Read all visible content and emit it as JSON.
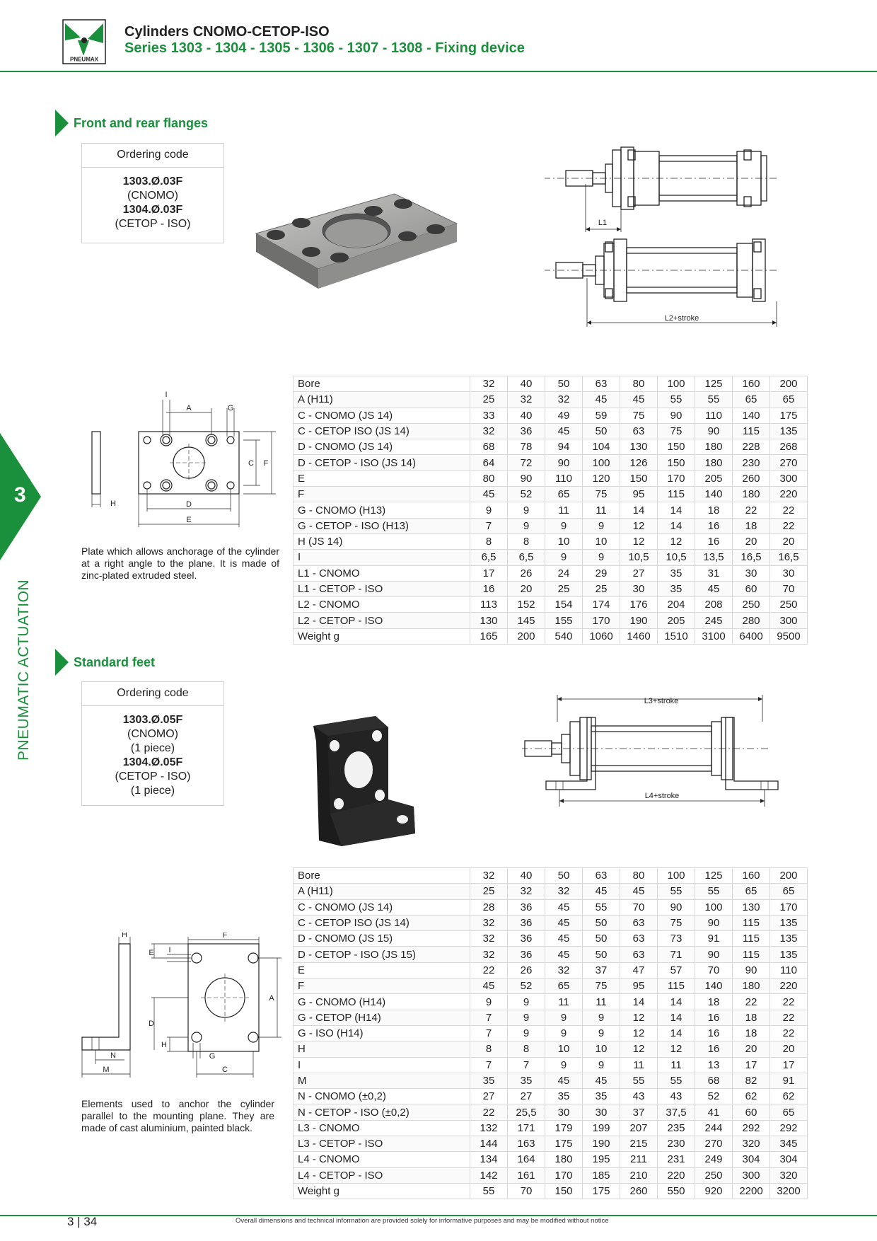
{
  "header": {
    "logo_text": "PNEUMAX",
    "title": "Cylinders CNOMO-CETOP-ISO",
    "subtitle": "Series 1303 - 1304 - 1305 - 1306 - 1307 - 1308 - Fixing device"
  },
  "sidebar": {
    "number": "3",
    "label": "PNEUMATIC ACTUATION"
  },
  "colors": {
    "accent": "#1a8f3c"
  },
  "section1": {
    "title": "Front and rear flanges",
    "ordering_header": "Ordering code",
    "ordering_lines": [
      "1303.Ø.03F",
      "(CNOMO)",
      "1304.Ø.03F",
      "(CETOP - ISO)"
    ],
    "description": "Plate which allows anchorage of the cylinder at a right angle to the plane. It is made of zinc-plated extruded steel.",
    "drawing_labels": {
      "i": "I",
      "a": "A",
      "g": "G",
      "c": "C",
      "f": "F",
      "h": "H",
      "d": "D",
      "e": "E",
      "l1": "L1",
      "l2": "L2+stroke"
    },
    "table": {
      "rows": [
        [
          "Bore",
          "32",
          "40",
          "50",
          "63",
          "80",
          "100",
          "125",
          "160",
          "200"
        ],
        [
          "A (H11)",
          "25",
          "32",
          "32",
          "45",
          "45",
          "55",
          "55",
          "65",
          "65"
        ],
        [
          "C - CNOMO (JS 14)",
          "33",
          "40",
          "49",
          "59",
          "75",
          "90",
          "110",
          "140",
          "175"
        ],
        [
          "C - CETOP ISO (JS 14)",
          "32",
          "36",
          "45",
          "50",
          "63",
          "75",
          "90",
          "115",
          "135"
        ],
        [
          "D - CNOMO (JS 14)",
          "68",
          "78",
          "94",
          "104",
          "130",
          "150",
          "180",
          "228",
          "268"
        ],
        [
          "D - CETOP - ISO (JS 14)",
          "64",
          "72",
          "90",
          "100",
          "126",
          "150",
          "180",
          "230",
          "270"
        ],
        [
          "E",
          "80",
          "90",
          "110",
          "120",
          "150",
          "170",
          "205",
          "260",
          "300"
        ],
        [
          "F",
          "45",
          "52",
          "65",
          "75",
          "95",
          "115",
          "140",
          "180",
          "220"
        ],
        [
          "G - CNOMO (H13)",
          "9",
          "9",
          "11",
          "11",
          "14",
          "14",
          "18",
          "22",
          "22"
        ],
        [
          "G - CETOP - ISO (H13)",
          "7",
          "9",
          "9",
          "9",
          "12",
          "14",
          "16",
          "18",
          "22"
        ],
        [
          "H (JS 14)",
          "8",
          "8",
          "10",
          "10",
          "12",
          "12",
          "16",
          "20",
          "20"
        ],
        [
          "I",
          "6,5",
          "6,5",
          "9",
          "9",
          "10,5",
          "10,5",
          "13,5",
          "16,5",
          "16,5"
        ],
        [
          "L1 - CNOMO",
          "17",
          "26",
          "24",
          "29",
          "27",
          "35",
          "31",
          "30",
          "30"
        ],
        [
          "L1 - CETOP - ISO",
          "16",
          "20",
          "25",
          "25",
          "30",
          "35",
          "45",
          "60",
          "70"
        ],
        [
          "L2 - CNOMO",
          "113",
          "152",
          "154",
          "174",
          "176",
          "204",
          "208",
          "250",
          "250"
        ],
        [
          "L2 - CETOP - ISO",
          "130",
          "145",
          "155",
          "170",
          "190",
          "205",
          "245",
          "280",
          "300"
        ],
        [
          "Weight g",
          "165",
          "200",
          "540",
          "1060",
          "1460",
          "1510",
          "3100",
          "6400",
          "9500"
        ]
      ]
    }
  },
  "section2": {
    "title": "Standard feet",
    "ordering_header": "Ordering code",
    "ordering_lines": [
      "1303.Ø.05F",
      "(CNOMO)",
      "(1 piece)",
      "1304.Ø.05F",
      "(CETOP - ISO)",
      "(1 piece)"
    ],
    "description": "Elements used to anchor the cylinder parallel to the mounting plane. They are made of cast aluminium, painted black.",
    "drawing_labels": {
      "h": "H",
      "f": "F",
      "e": "E",
      "i": "I",
      "a": "A",
      "d": "D",
      "h2": "H",
      "g": "G",
      "n": "N",
      "m": "M",
      "c": "C",
      "l3": "L3+stroke",
      "l4": "L4+stroke"
    },
    "table": {
      "rows": [
        [
          "Bore",
          "32",
          "40",
          "50",
          "63",
          "80",
          "100",
          "125",
          "160",
          "200"
        ],
        [
          "A (H11)",
          "25",
          "32",
          "32",
          "45",
          "45",
          "55",
          "55",
          "65",
          "65"
        ],
        [
          "C - CNOMO (JS 14)",
          "28",
          "36",
          "45",
          "55",
          "70",
          "90",
          "100",
          "130",
          "170"
        ],
        [
          "C - CETOP ISO (JS 14)",
          "32",
          "36",
          "45",
          "50",
          "63",
          "75",
          "90",
          "115",
          "135"
        ],
        [
          "D - CNOMO (JS 15)",
          "32",
          "36",
          "45",
          "50",
          "63",
          "73",
          "91",
          "115",
          "135"
        ],
        [
          "D - CETOP - ISO (JS 15)",
          "32",
          "36",
          "45",
          "50",
          "63",
          "71",
          "90",
          "115",
          "135"
        ],
        [
          "E",
          "22",
          "26",
          "32",
          "37",
          "47",
          "57",
          "70",
          "90",
          "110"
        ],
        [
          "F",
          "45",
          "52",
          "65",
          "75",
          "95",
          "115",
          "140",
          "180",
          "220"
        ],
        [
          "G - CNOMO (H14)",
          "9",
          "9",
          "11",
          "11",
          "14",
          "14",
          "18",
          "22",
          "22"
        ],
        [
          "G - CETOP (H14)",
          "7",
          "9",
          "9",
          "9",
          "12",
          "14",
          "16",
          "18",
          "22"
        ],
        [
          "G - ISO (H14)",
          "7",
          "9",
          "9",
          "9",
          "12",
          "14",
          "16",
          "18",
          "22"
        ],
        [
          "H",
          "8",
          "8",
          "10",
          "10",
          "12",
          "12",
          "16",
          "20",
          "20"
        ],
        [
          "I",
          "7",
          "7",
          "9",
          "9",
          "11",
          "11",
          "13",
          "17",
          "17"
        ],
        [
          "M",
          "35",
          "35",
          "45",
          "45",
          "55",
          "55",
          "68",
          "82",
          "91"
        ],
        [
          "N - CNOMO (±0,2)",
          "27",
          "27",
          "35",
          "35",
          "43",
          "43",
          "52",
          "62",
          "62"
        ],
        [
          "N - CETOP - ISO (±0,2)",
          "22",
          "25,5",
          "30",
          "30",
          "37",
          "37,5",
          "41",
          "60",
          "65"
        ],
        [
          "L3 - CNOMO",
          "132",
          "171",
          "179",
          "199",
          "207",
          "235",
          "244",
          "292",
          "292"
        ],
        [
          "L3 - CETOP - ISO",
          "144",
          "163",
          "175",
          "190",
          "215",
          "230",
          "270",
          "320",
          "345"
        ],
        [
          "L4 - CNOMO",
          "134",
          "164",
          "180",
          "195",
          "211",
          "231",
          "249",
          "304",
          "304"
        ],
        [
          "L4 - CETOP - ISO",
          "142",
          "161",
          "170",
          "185",
          "210",
          "220",
          "250",
          "300",
          "320"
        ],
        [
          "Weight g",
          "55",
          "70",
          "150",
          "175",
          "260",
          "550",
          "920",
          "2200",
          "3200"
        ]
      ]
    }
  },
  "footer": {
    "page": "3 | 34",
    "note": "Overall dimensions and technical information are provided solely for informative purposes and may be modified without notice"
  }
}
